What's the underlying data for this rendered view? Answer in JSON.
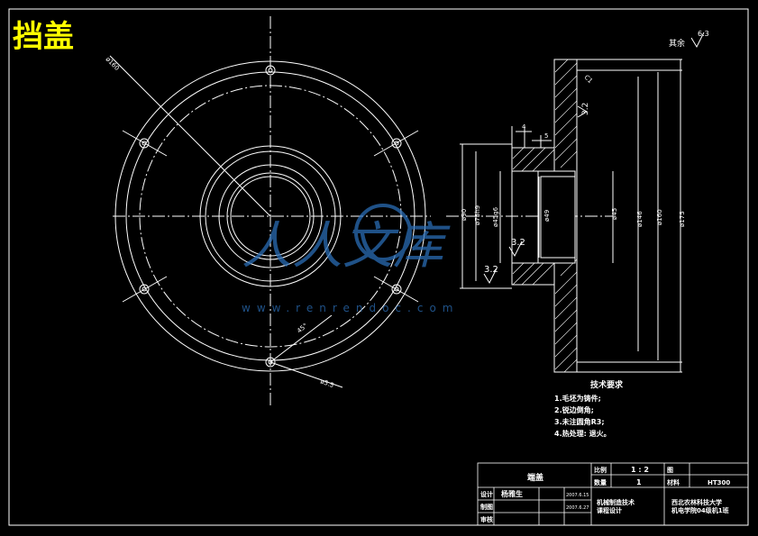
{
  "title": "挡盖",
  "surface_roughness_note": {
    "label": "其余",
    "value": "6.3"
  },
  "front_view": {
    "dims": {
      "bolt_circle": "ø160",
      "small_bolt": "ø5.5",
      "angle": "45°"
    }
  },
  "section_view": {
    "dims": {
      "d90": "ø90",
      "d75h9": "ø75h9",
      "d45g6": "ø45g6",
      "d49": "ø49",
      "d45": "ø45",
      "d146": "ø146",
      "d160": "ø160",
      "d175": "ø175",
      "w4": "4",
      "w5": "5",
      "chamfer": "C1"
    },
    "roughness": [
      "3.2",
      "3.2",
      "3.2"
    ]
  },
  "tech_requirements": {
    "heading": "技术要求",
    "items": [
      "1.毛坯为铸件;",
      "2.锐边倒角;",
      "3.未注圆角R3;",
      "4.热处理: 退火。"
    ]
  },
  "title_block": {
    "part_name": "端盖",
    "scale_label": "比例",
    "scale_value": "1 : 2",
    "sheet_label": "图",
    "qty_label": "数量",
    "qty_value": "1",
    "material_label": "材料",
    "material_value": "HT300",
    "design_label": "设计",
    "designer": "杨雅生",
    "design_date": "2007.6.15",
    "draw_label": "制图",
    "draw_date": "2007.6.27",
    "check_label": "审核",
    "course": "机械制造技术\n课程设计",
    "school": "西北农林科技大学\n机电学院04级机1班"
  },
  "watermark": {
    "text": "人人文库",
    "url": "www.renrendoc.com"
  },
  "colors": {
    "bg": "#000000",
    "line": "#ffffff",
    "title": "#ffff00",
    "watermark": "#2a6db5"
  }
}
